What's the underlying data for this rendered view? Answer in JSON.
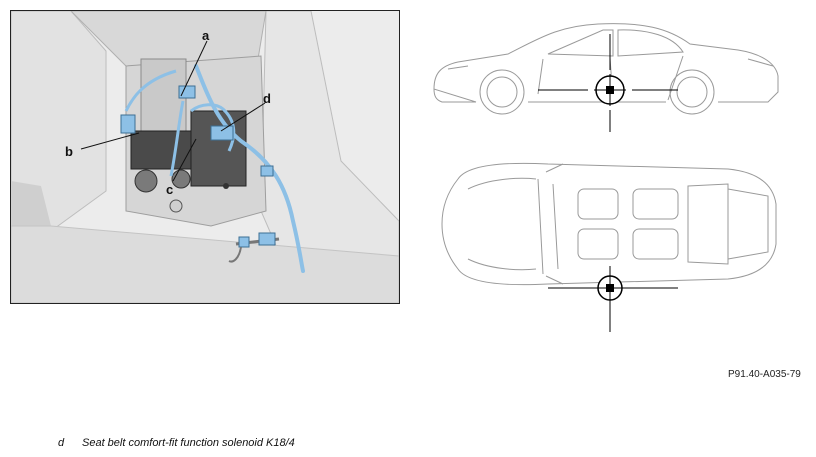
{
  "callouts": {
    "a": "a",
    "b": "b",
    "c": "c",
    "d": "d"
  },
  "figure_code": "P91.40-A035-79",
  "legend": [
    {
      "key": "d",
      "text": "Seat belt comfort-fit function solenoid K18/4"
    }
  ],
  "colors": {
    "cable": "#8dc0e6",
    "line": "#333333",
    "marker": "#000000"
  }
}
